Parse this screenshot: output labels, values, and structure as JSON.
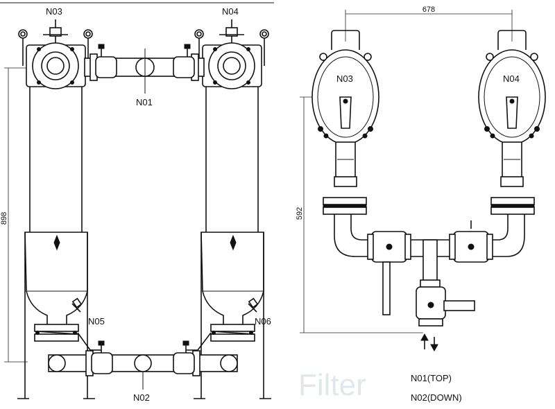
{
  "labels": {
    "n03_left": "N03",
    "n04_left": "N04",
    "n01_left": "N01",
    "n02_left": "N02",
    "n05": "N05",
    "n06": "N06",
    "n03_right": "N03",
    "n04_right": "N04",
    "n01_top": "N01(TOP)",
    "n02_down": "N02(DOWN)"
  },
  "dimensions": {
    "height_left": "898",
    "height_right": "592",
    "width_top": "678"
  },
  "watermark": "Filter"
}
